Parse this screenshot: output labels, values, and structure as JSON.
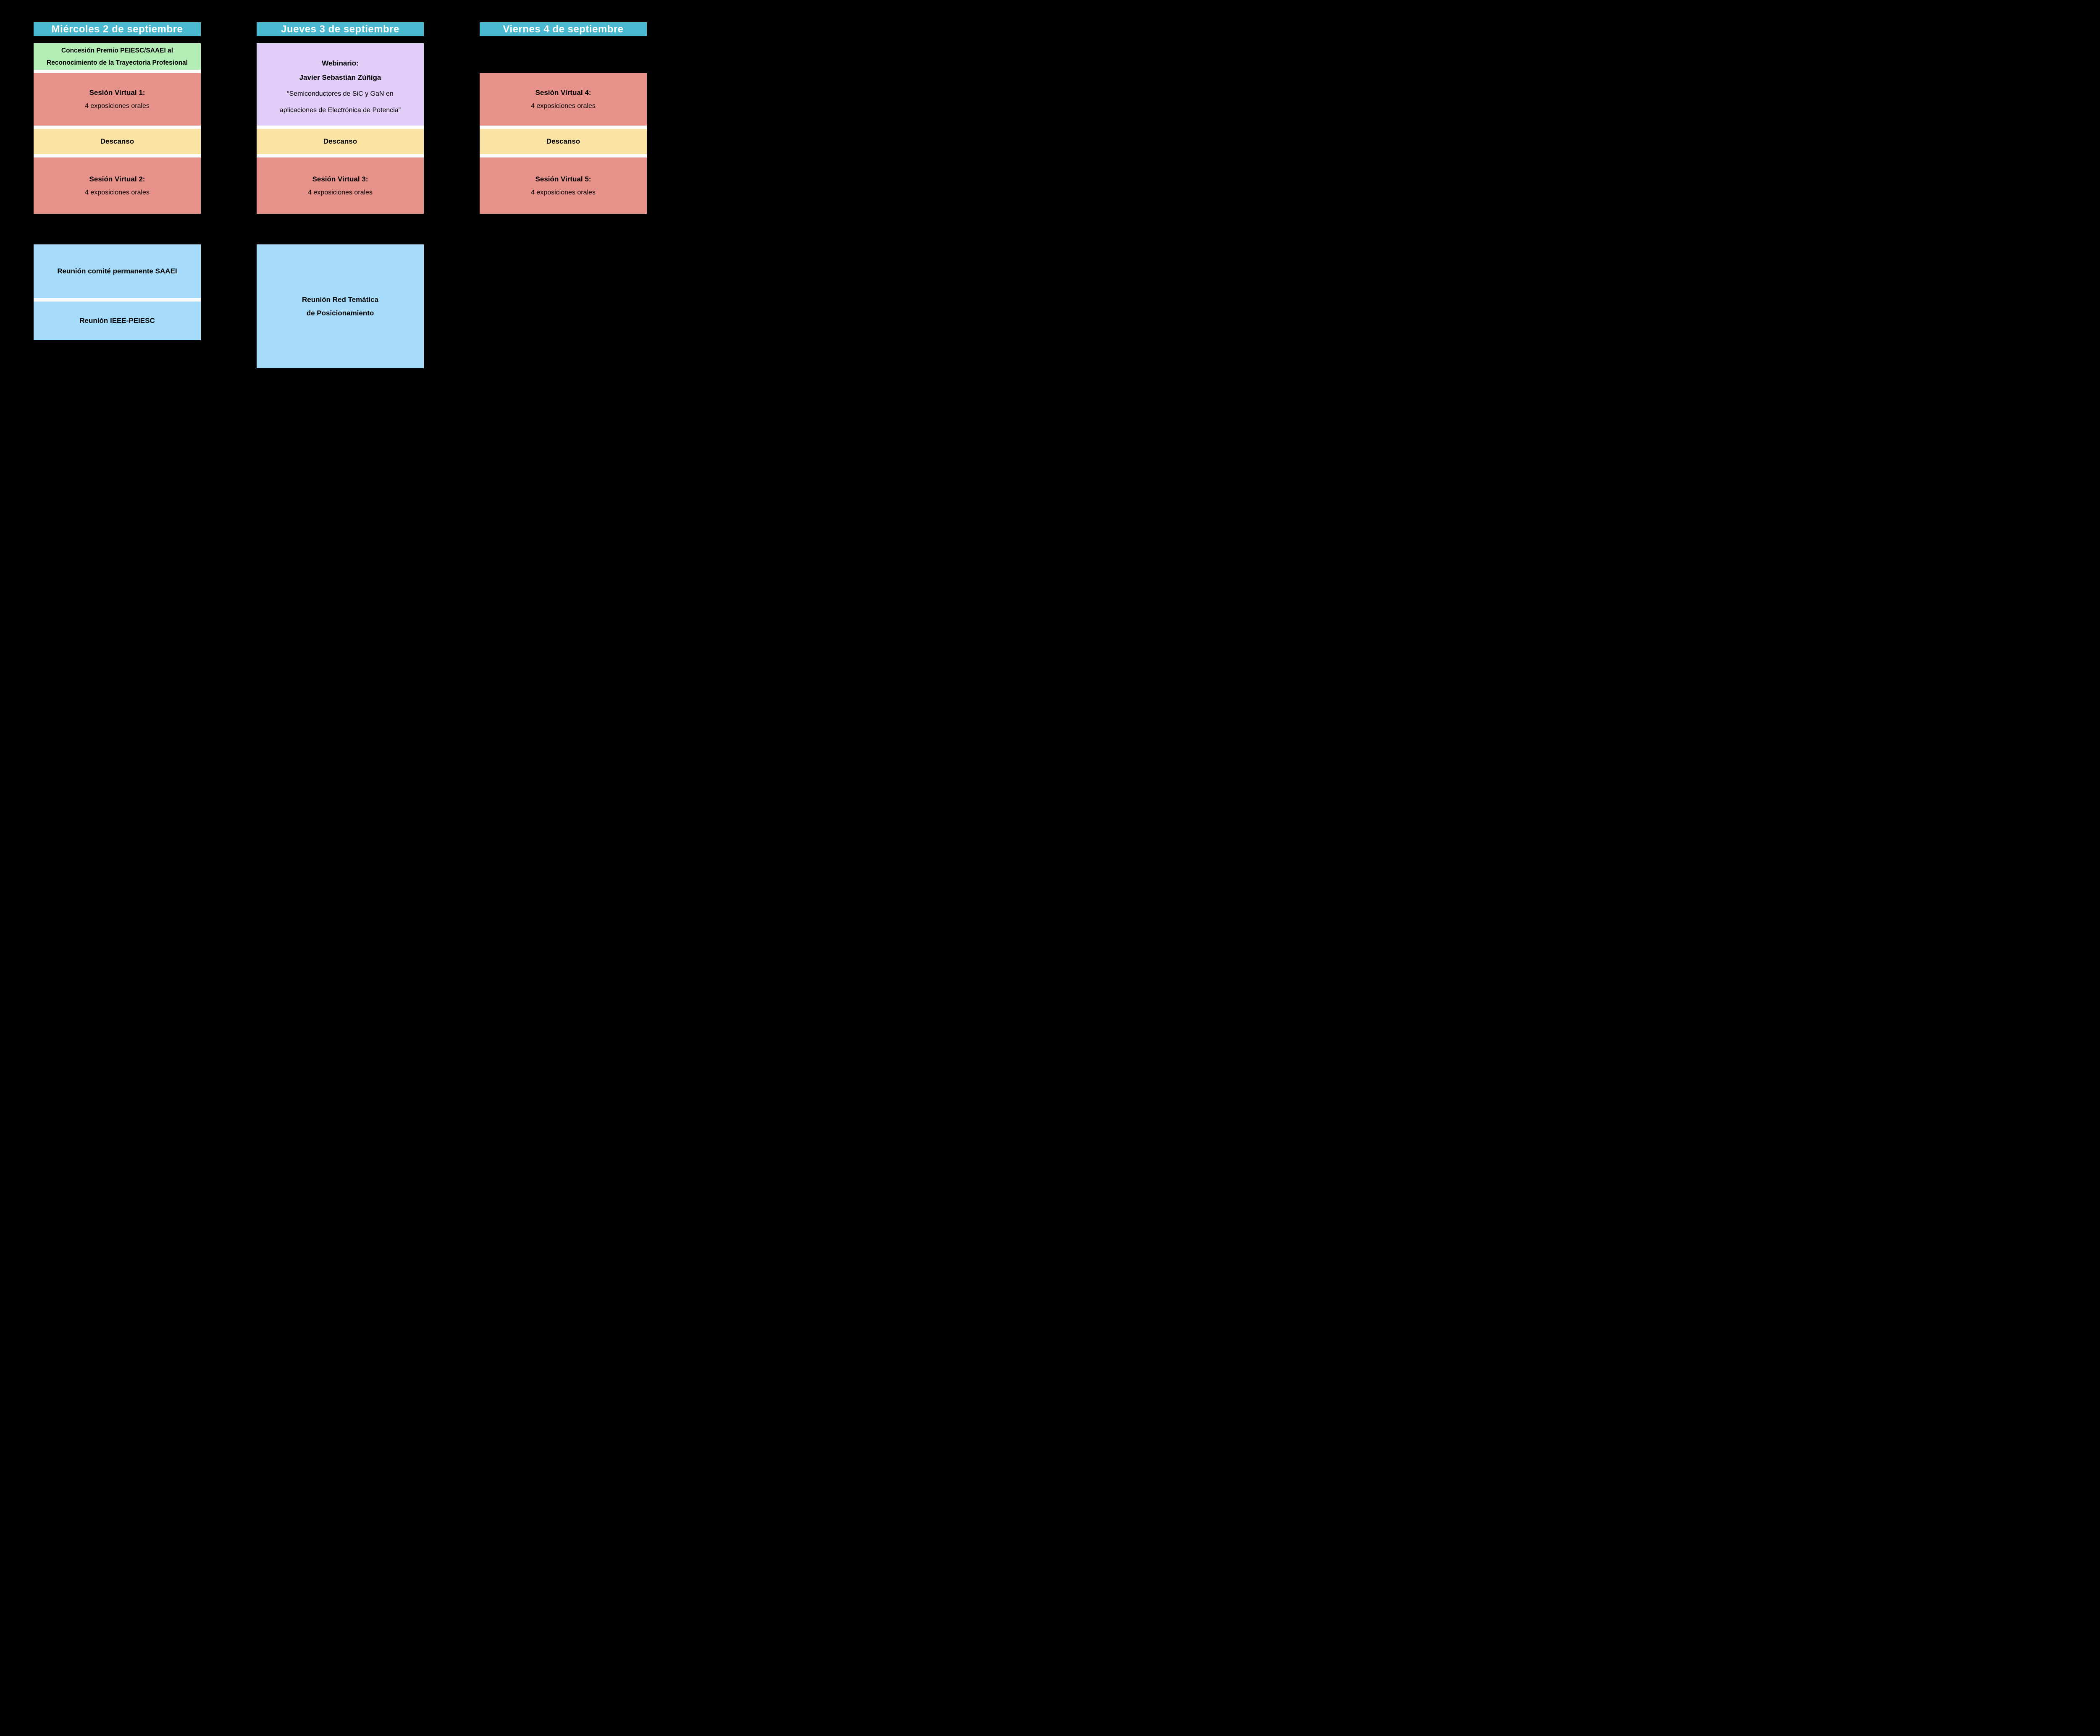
{
  "slide": {
    "background": "#000000",
    "separator_color": "#ffffff"
  },
  "colors": {
    "header_bg": "#4ab9cf",
    "header_text": "#ffffff",
    "award_bg": "#b4ecb6",
    "session_bg": "#e6928a",
    "break_bg": "#fbe3a4",
    "webinar_bg": "#e1cdf8",
    "meeting_bg": "#a6dcf9",
    "block_text": "#000000"
  },
  "columns": [
    {
      "header": "Miércoles 2 de septiembre",
      "award": {
        "line1": "Concesión Premio PEIESC/SAAEI al",
        "line2": "Reconocimiento de la Trayectoria Profesional"
      },
      "session1": {
        "title": "Sesión Virtual 1:",
        "subtitle": "4 exposiciones orales"
      },
      "break": {
        "label": "Descanso"
      },
      "session2": {
        "title": "Sesión Virtual 2:",
        "subtitle": "4 exposiciones orales"
      },
      "meeting1": {
        "label": "Reunión comité permanente SAAEI"
      },
      "meeting2": {
        "label": "Reunión IEEE-PEIESC"
      }
    },
    {
      "header": "Jueves 3 de septiembre",
      "webinar": {
        "line1": "Webinario:",
        "line2": "Javier Sebastián Zúñiga",
        "line3": "“Semiconductores de SiC y GaN en",
        "line4": "aplicaciones de Electrónica de Potencia”"
      },
      "break": {
        "label": "Descanso"
      },
      "session": {
        "title": "Sesión Virtual 3:",
        "subtitle": "4 exposiciones orales"
      },
      "meeting": {
        "line1": "Reunión Red Temática",
        "line2": "de Posicionamiento"
      }
    },
    {
      "header": "Viernes 4 de septiembre",
      "session1": {
        "title": "Sesión Virtual 4:",
        "subtitle": "4 exposiciones orales"
      },
      "break": {
        "label": "Descanso"
      },
      "session2": {
        "title": "Sesión Virtual 5:",
        "subtitle": "4 exposiciones orales"
      }
    }
  ]
}
